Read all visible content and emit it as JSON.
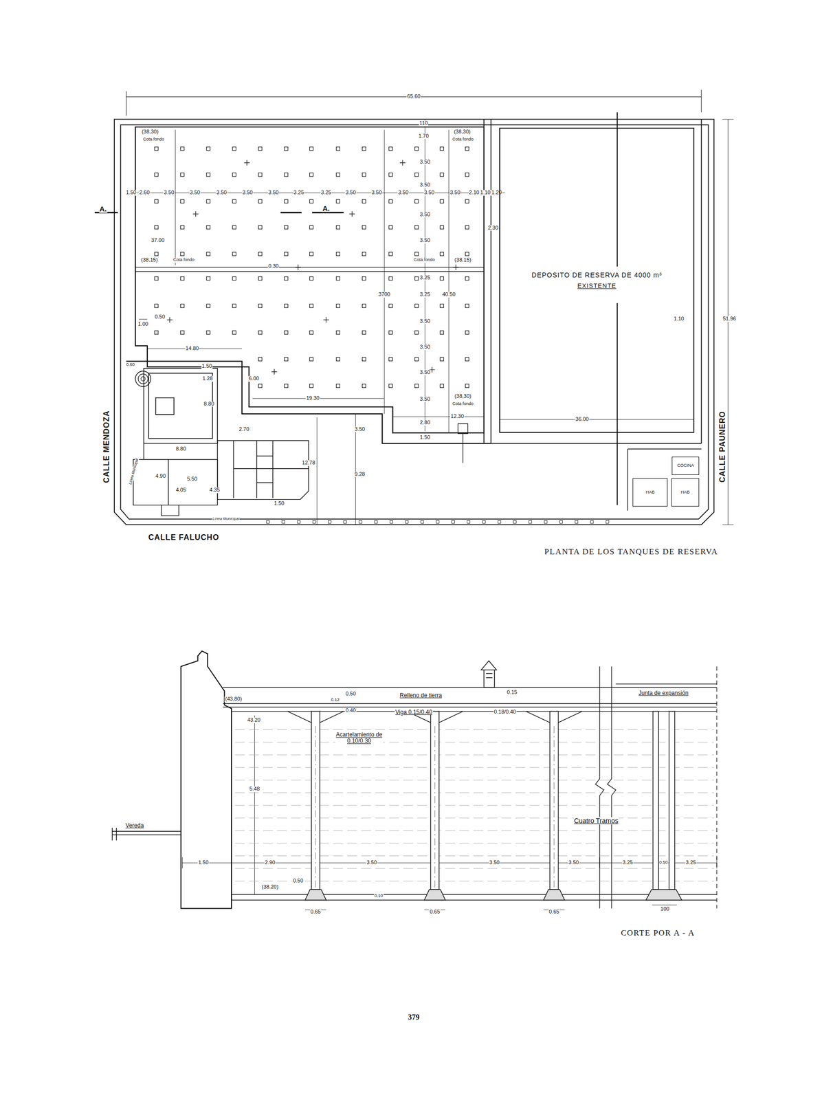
{
  "diagram": {
    "nodes": [
      {
        "text": [
          "DEPOSITO DE RESERVA DE 4000 m³",
          "EXISTENTE"
        ]
      },
      {
        "text": [
          "COCINA"
        ]
      },
      {
        "text": [
          "HAB"
        ]
      },
      {
        "text": [
          "HAB"
        ]
      }
    ],
    "labels": [
      "65.60",
      "110",
      "1.70",
      "(38,30)",
      "Cota fondo",
      "(38,30)",
      "Cota fondo",
      "1.50",
      "2.60",
      "3.50",
      "3.50",
      "3.50",
      "3.50",
      "3.50",
      "3.25",
      "3.25",
      "3.50",
      "3.50",
      "3.50",
      "3.50",
      "3.50",
      "2.10",
      "1.10",
      "1.20",
      "3.50",
      "3.50",
      "3.50",
      "3.50",
      "3.25",
      "3.25",
      "3.50",
      "3.50",
      "3.50",
      "3.50",
      "2.80",
      "1.50",
      "A.",
      "A.",
      "37.00",
      "(38.15)",
      "Cota fondo",
      "Cota fondo",
      "(38.15)",
      "0.30",
      "3700",
      "40.50",
      "2.30",
      "1.00",
      "0.50",
      "14.80",
      "6.00",
      "19.30",
      "(38,30)",
      "Cota fondo",
      "12.30",
      "36.00",
      "1.10",
      "51.96",
      "CALLE MENDOZA",
      "CALLE PAUNERO",
      "CALLE FALUCHO",
      "Línea Municipal",
      "Línea Municipal",
      "1.50",
      "1.28",
      "8.80",
      "8.80",
      "2.70",
      "12.78",
      "9.28",
      "3.50",
      "5.50",
      "4.90",
      "4.05",
      "4.35",
      "1.50",
      "0.60",
      "PLANTA DE LOS TANQUES DE RESERVA",
      "(43,80)",
      "0.50",
      "0.12",
      "Relleno de tierra",
      "0.15",
      "Junta de expansión",
      "0.40",
      "Viga 0.15/0.40",
      "0.18/0.40",
      "43.20",
      "Acartelamiento de 0.10/0.30",
      "5.48",
      "Cuatro Tramos",
      "1.50",
      "2.90",
      "3.50",
      "3.50",
      "3.50",
      "3.25",
      "0.50",
      "3.25",
      "(38.20)",
      "0.50",
      "0.10",
      "0.65",
      "0.65",
      "0.65",
      "100",
      "Vereda",
      "CORTE POR A - A",
      "379"
    ]
  }
}
